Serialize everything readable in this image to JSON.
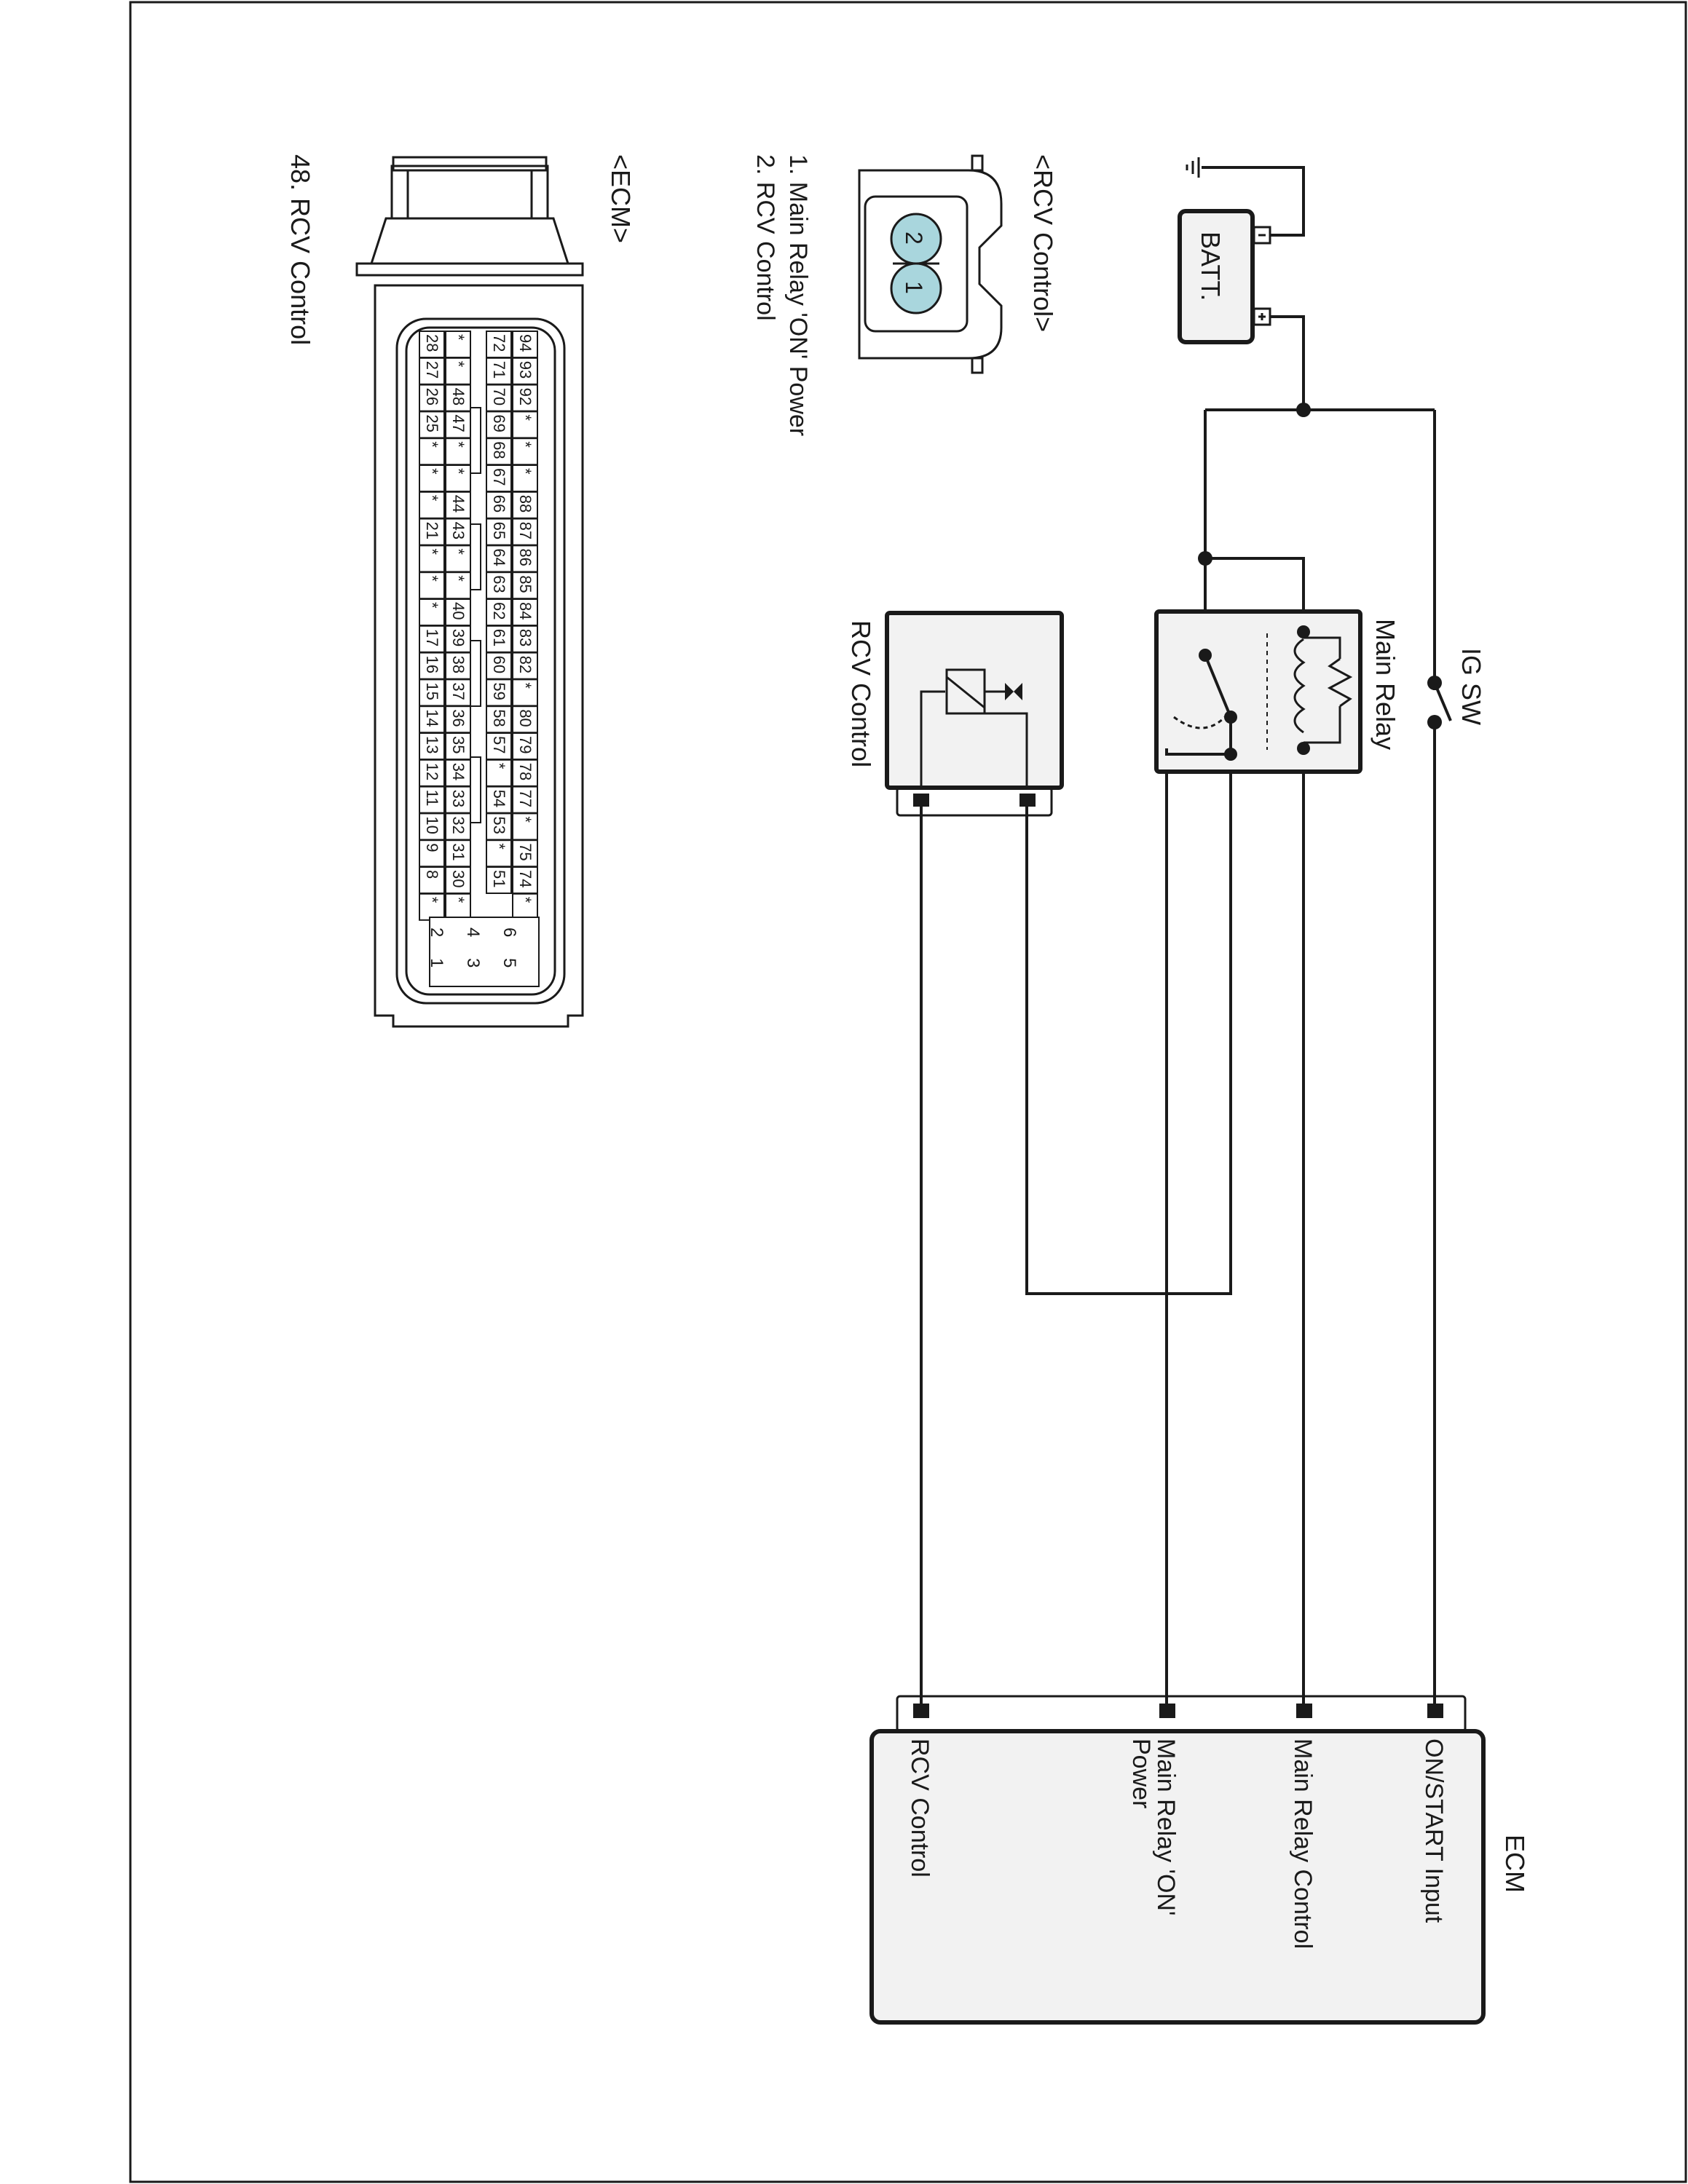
{
  "battery": {
    "label": "BATT."
  },
  "ig_switch": {
    "label": "IG SW"
  },
  "main_relay": {
    "label": "Main Relay"
  },
  "rcv_component": {
    "label": "RCV Control"
  },
  "ecm_block": {
    "title": "ECM",
    "pins": [
      "ON/START Input",
      "Main Relay Control",
      "Main Relay 'ON'",
      "Power",
      "RCV Control"
    ]
  },
  "rcv_connector": {
    "title": "<RCV Control>",
    "pins": [
      "2",
      "1"
    ],
    "legend": [
      "1. Main Relay 'ON' Power",
      "2. RCV Control"
    ]
  },
  "ecm_connector": {
    "title": "<ECM>",
    "legend": "48. RCV Control",
    "highlight_pin": "48",
    "rows": [
      [
        "94",
        "93",
        "92",
        "*",
        "*",
        "*",
        "88",
        "87",
        "86",
        "85",
        "84",
        "83",
        "82",
        "*",
        "80",
        "79",
        "78",
        "77",
        "*",
        "75",
        "74",
        "*"
      ],
      [
        "72",
        "71",
        "70",
        "69",
        "68",
        "67",
        "66",
        "65",
        "64",
        "63",
        "62",
        "61",
        "60",
        "59",
        "58",
        "57",
        "*",
        "54",
        "53",
        "*",
        "51"
      ],
      [
        "*",
        "*",
        "48",
        "47",
        "*",
        "*",
        "44",
        "43",
        "*",
        "*",
        "40",
        "39",
        "38",
        "37",
        "36",
        "35",
        "34",
        "33",
        "32",
        "31",
        "30",
        "*"
      ],
      [
        "28",
        "27",
        "26",
        "25",
        "*",
        "*",
        "*",
        "21",
        "*",
        "*",
        "*",
        "17",
        "16",
        "15",
        "14",
        "13",
        "12",
        "11",
        "10",
        "9",
        "8",
        "*"
      ]
    ],
    "power_pins": [
      [
        "6",
        "5"
      ],
      [
        "4",
        "3"
      ],
      [
        "2",
        "1"
      ]
    ]
  },
  "colors": {
    "line": "#1a1a1a",
    "fill": "#f2f2f2",
    "pin_highlight": "#a9d6dd"
  }
}
